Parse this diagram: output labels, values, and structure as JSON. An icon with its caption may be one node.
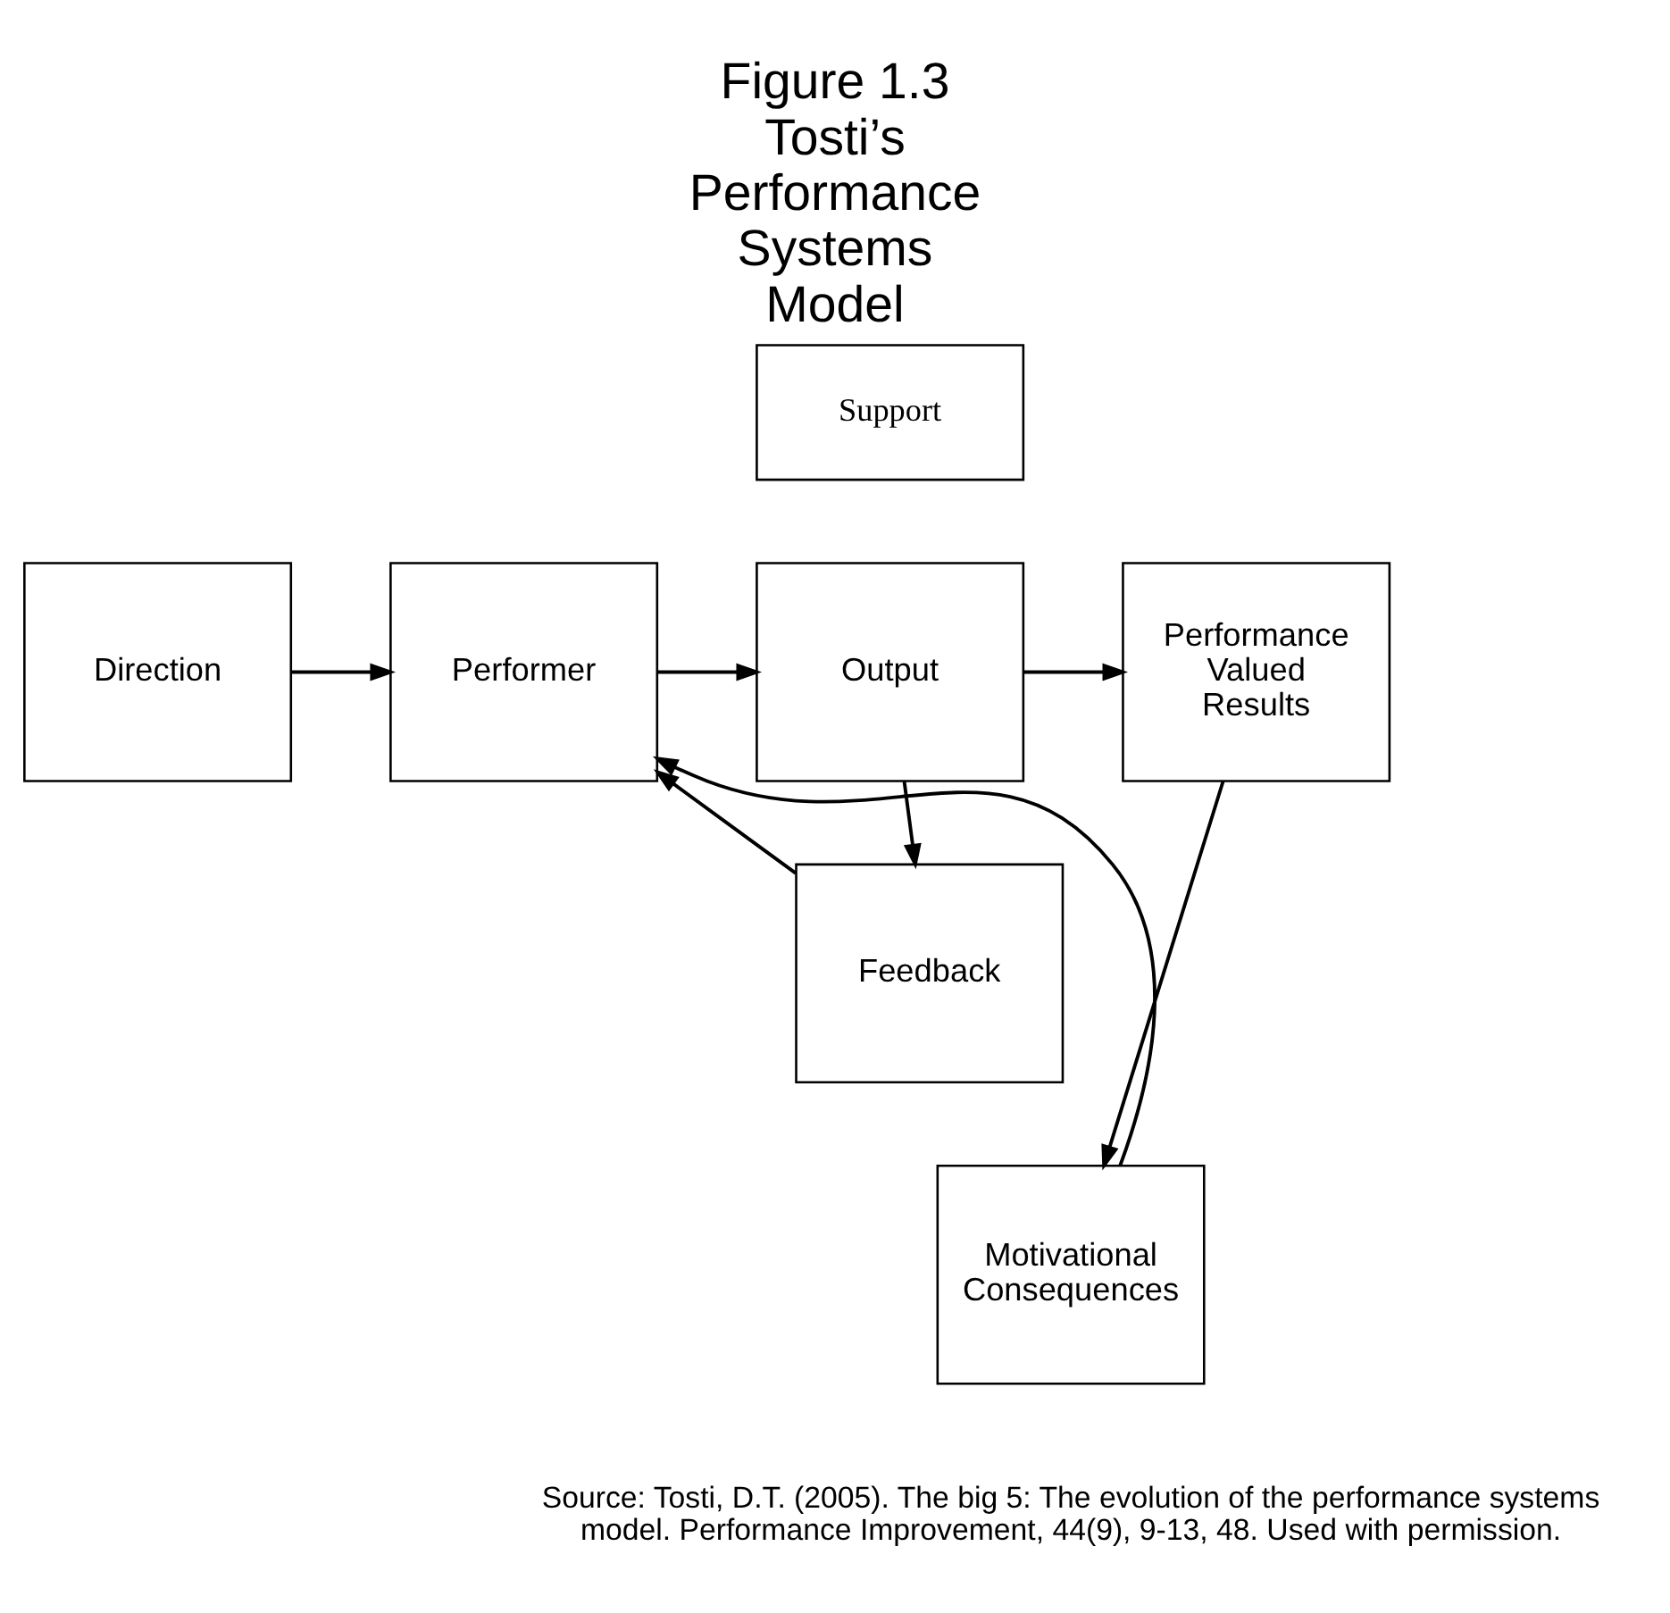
{
  "diagram": {
    "title": "Figure 1.3 Tosti’s Performance Systems Model",
    "caption": "Source: Tosti, D.T. (2005). The big 5: The evolution of the performance systems model. Performance Improvement, 44(9), 9-13, 48. Used with permission.",
    "nodes": [
      {
        "text": [
          "Support"
        ]
      },
      {
        "text": [
          "Direction"
        ]
      },
      {
        "text": [
          "Performer"
        ]
      },
      {
        "text": [
          "Output"
        ]
      },
      {
        "text": [
          "Performance Valued Results"
        ]
      },
      {
        "text": [
          "Feedback"
        ]
      },
      {
        "text": [
          "Motivational Consequences"
        ]
      }
    ],
    "edges": [
      {
        "from": 1,
        "to": 2,
        "arrow": "to"
      },
      {
        "from": 2,
        "to": 3,
        "arrow": "to"
      },
      {
        "from": 3,
        "to": 4,
        "arrow": "to"
      },
      {
        "from": 3,
        "to": 5,
        "arrow": "to"
      },
      {
        "from": 4,
        "to": 6,
        "arrow": "to"
      },
      {
        "from": 5,
        "to": 2,
        "arrow": "to"
      },
      {
        "from": 6,
        "to": 2,
        "arrow": "to"
      }
    ]
  }
}
